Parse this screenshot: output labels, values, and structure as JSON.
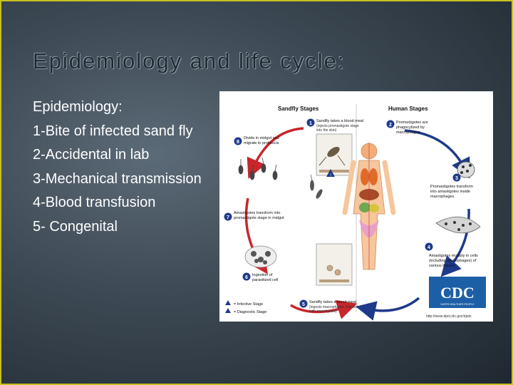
{
  "slide": {
    "title": "Epidemiology and life cycle:",
    "bullets": [
      "Epidemiology:",
      "1-Bite of infected sand fly",
      "2-Accidental in lab",
      "3-Mechanical transmission",
      "4-Blood transfusion",
      "5- Congenital"
    ]
  },
  "figure": {
    "sandfly_header": "Sandfly Stages",
    "human_header": "Human Stages",
    "steps": [
      {
        "num": "1",
        "text": [
          "Sandfly takes a blood meal",
          "(injects promastigote stage",
          "into the skin)"
        ]
      },
      {
        "num": "2",
        "text": [
          "Promastigotes are",
          "phagocytized by",
          "macrophages"
        ]
      },
      {
        "num": "3",
        "text": [
          "Promastigotes transform",
          "into amastigotes inside",
          "macrophages"
        ]
      },
      {
        "num": "4",
        "text": [
          "Amastigotes multiply in cells",
          "(including macrophages) of",
          "various tissues"
        ]
      },
      {
        "num": "5",
        "text": [
          "Sandfly takes a blood meal",
          "(ingests macrophages infected",
          "with amastigotes)"
        ]
      },
      {
        "num": "6",
        "text": [
          "Ingestion of",
          "parasitized cell"
        ]
      },
      {
        "num": "7",
        "text": [
          "Amastigotes transform into",
          "promastigote stage in midgut"
        ]
      },
      {
        "num": "8",
        "text": [
          "Divide in midgut and",
          "migrate to proboscis"
        ]
      }
    ],
    "legend": {
      "infective": "= Infective Stage",
      "diagnostic": "= Diagnostic Stage"
    },
    "logo_text": "CDC",
    "logo_tagline": "SAFER·HEALTHIER·PEOPLE",
    "url": "http://www.dpd.cdc.gov/dpdx",
    "colors": {
      "cycle_red": "#c8262b",
      "step_blue": "#1f3a8a",
      "cdc_blue": "#1d5fa6"
    }
  }
}
